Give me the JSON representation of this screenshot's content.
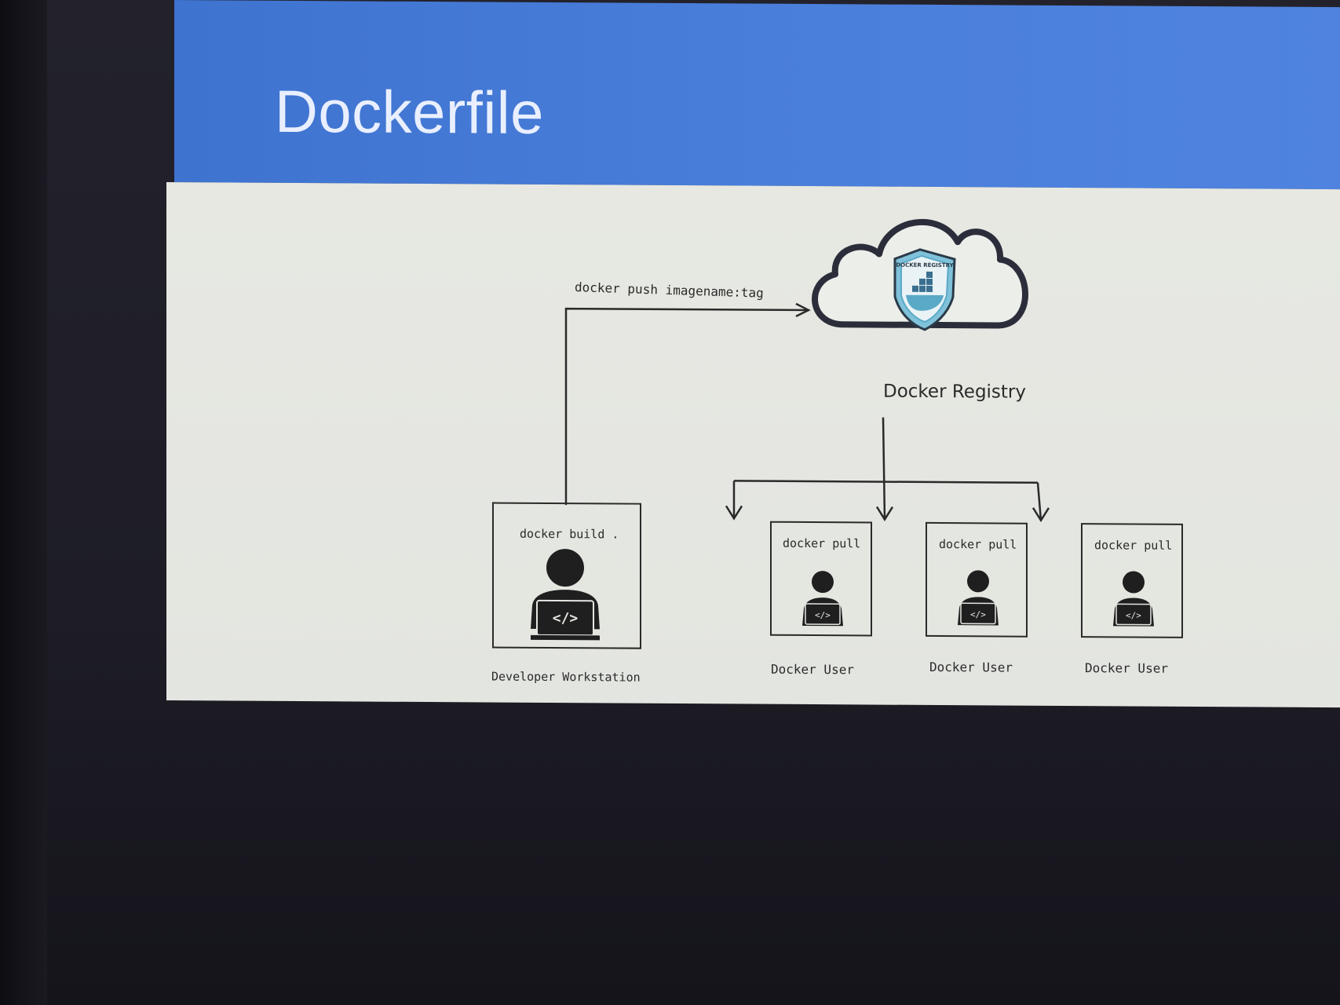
{
  "slide": {
    "title": "Dockerfile"
  },
  "diagram": {
    "push_label": "docker push imagename:tag",
    "registry": {
      "label": "Docker Registry",
      "badge_text": "DOCKER REGISTRY"
    },
    "developer": {
      "command": "docker build .",
      "label": "Developer Workstation"
    },
    "users": [
      {
        "command": "docker pull",
        "label": "Docker User"
      },
      {
        "command": "docker pull",
        "label": "Docker User"
      },
      {
        "command": "docker pull",
        "label": "Docker User"
      }
    ],
    "code_symbol": "</>",
    "colors": {
      "header_blue": "#4a7fdb",
      "slide_bg": "#e5e6e1",
      "ink": "#2a2a2a",
      "badge_teal": "#5aa9c7"
    },
    "icons": {
      "registry": "cloud-icon",
      "registry_badge": "docker-registry-badge-icon",
      "person": "developer-laptop-icon"
    }
  }
}
